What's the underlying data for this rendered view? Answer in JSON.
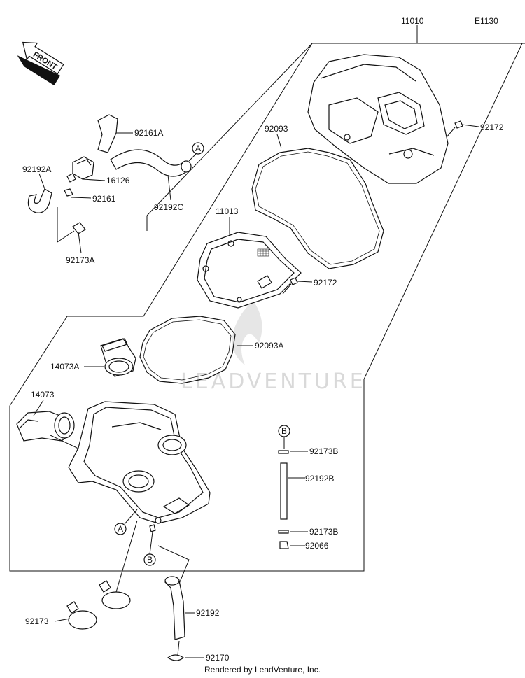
{
  "diagram_id": "E1130",
  "front_label": "FRONT",
  "watermark": "LEADVENTURE",
  "footer": "Rendered by LeadVenture, Inc.",
  "callouts": {
    "a": "A",
    "b": "B"
  },
  "parts": {
    "p11010": "11010",
    "p92172_top": "92172",
    "p92093": "92093",
    "p92161A": "92161A",
    "p92192A": "92192A",
    "p16126": "16126",
    "p92161": "92161",
    "p92192C": "92192C",
    "p92173A": "92173A",
    "p11013": "11013",
    "p92172_mid": "92172",
    "p92093A": "92093A",
    "p14073A": "14073A",
    "p14073": "14073",
    "p92173B_top": "92173B",
    "p92192B": "92192B",
    "p92173B_bot": "92173B",
    "p92066": "92066",
    "p92173": "92173",
    "p92192": "92192",
    "p92170": "92170"
  }
}
